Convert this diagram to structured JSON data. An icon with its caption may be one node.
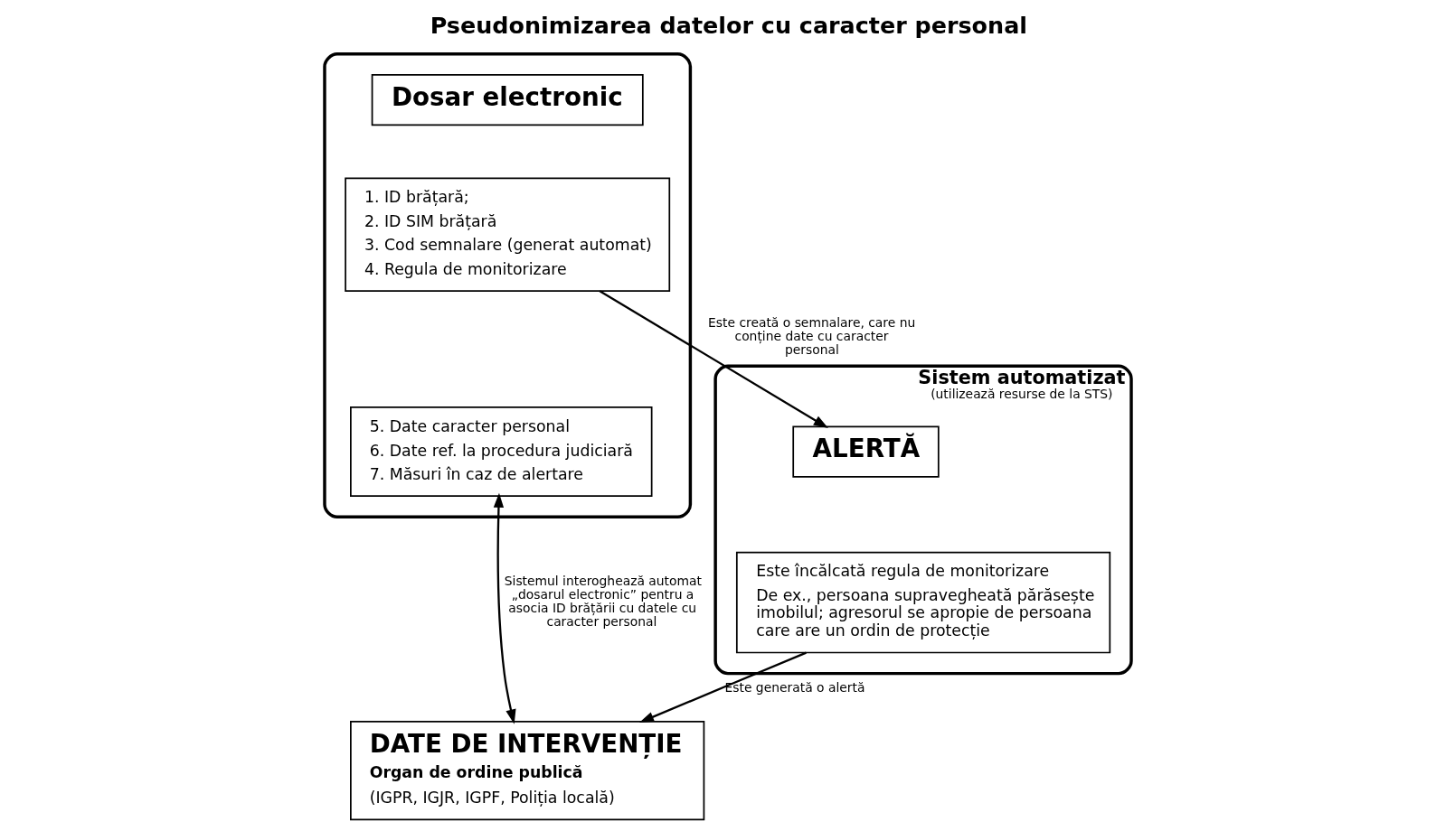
{
  "diagram": {
    "title": "Pseudonimizarea datelor cu caracter personal",
    "nodes": [
      {
        "text": [],
        "shape": "box"
      },
      {
        "text": [
          "Dosar electronic"
        ],
        "in": 0
      },
      {
        "text": [
          "1. ID brățară;",
          "2. ID SIM brățară",
          "3. Cod semnalare (generat automat)",
          "4. Regula de monitorizare"
        ],
        "in": 0
      },
      {
        "text": [
          "5. Date caracter personal",
          "6. Date ref. la procedura judiciară",
          "7. Măsuri în caz de alertare"
        ],
        "in": 0
      },
      {
        "text": [
          "Sistem automatizat",
          "(utilizează resurse de la STS)"
        ]
      },
      {
        "text": [
          "ALERTĂ"
        ],
        "in": 4
      },
      {
        "text": [
          "Este încălcată regula de monitorizare",
          "De ex., persoana supravegheată părăsește imobilul; agresorul se apropie de persoana care are un ordin de protecție"
        ],
        "in": 4
      },
      {
        "text": [
          "DATE DE INTERVENȚIE",
          "Organ de ordine publică",
          "(IGPR, IGJR, IGPF, Poliția locală)"
        ]
      }
    ],
    "edges": [
      {
        "from": 2,
        "to": 5,
        "arrow": "to",
        "label": "Este creată o semnalare, care nu conține date cu caracter personal"
      },
      {
        "from": 6,
        "to": 7,
        "arrow": "to",
        "label": "Este generată o alertă"
      },
      {
        "from": 3,
        "to": 7,
        "arrow": "both",
        "label": "Sistemul interoghează automat „dosarul electronic” pentru a asocia ID brățării cu datele cu caracter personal"
      }
    ]
  }
}
